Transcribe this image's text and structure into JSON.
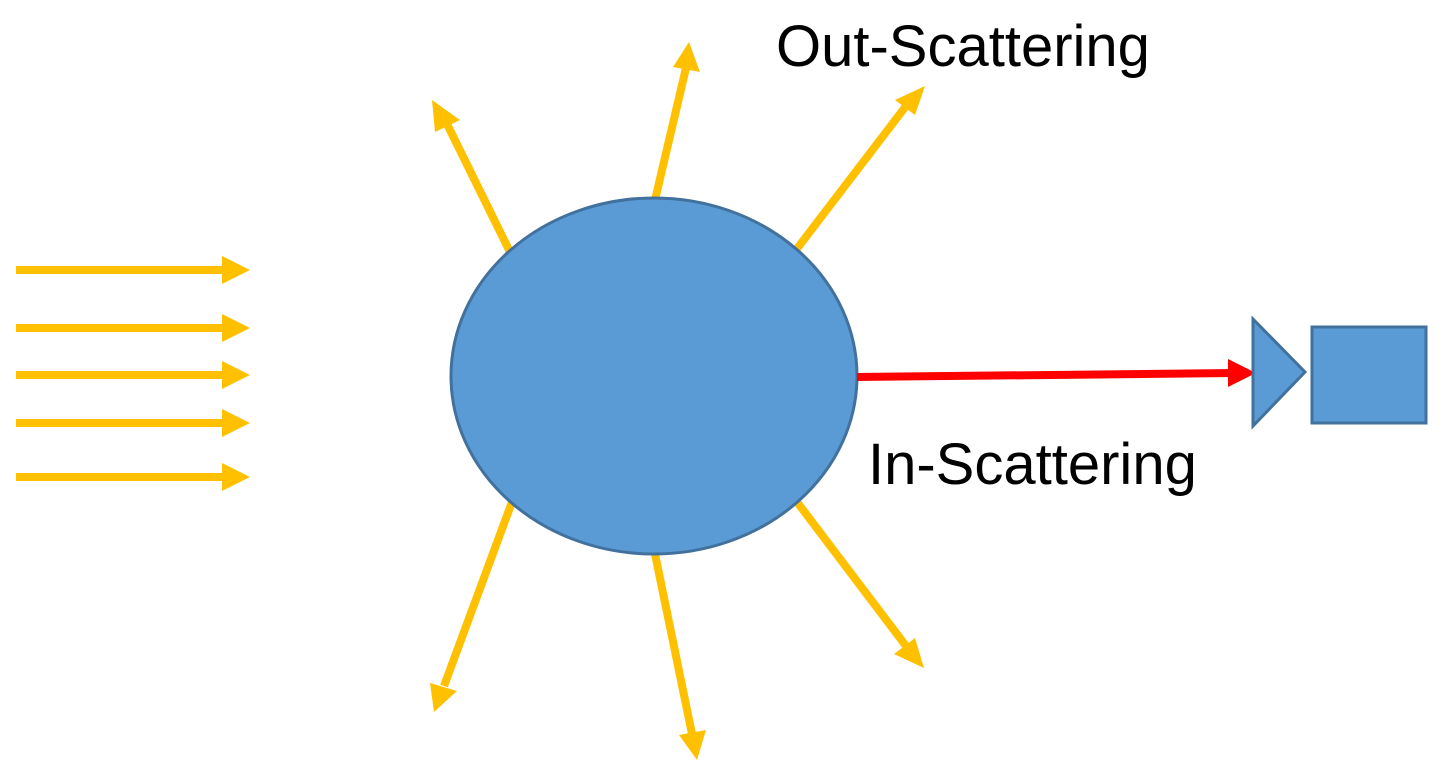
{
  "labels": {
    "out_scattering": "Out-Scattering",
    "in_scattering": "In-Scattering"
  },
  "colors": {
    "incoming_rays": "#FFC000",
    "scattered_rays": "#FFC000",
    "in_scatter_ray": "#FF0000",
    "particle_fill": "#5B9BD5",
    "particle_stroke": "#41719C"
  },
  "elements": {
    "incoming_ray_count": 5,
    "out_scatter_ray_count": 6
  }
}
